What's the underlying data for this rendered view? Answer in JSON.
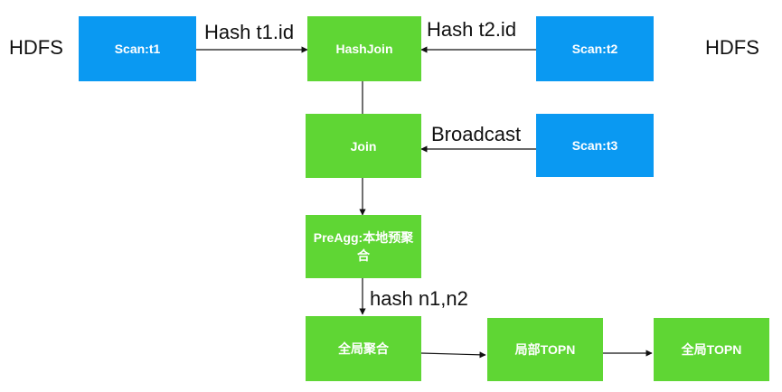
{
  "colors": {
    "scan": "#0a99f2",
    "operator": "#5fd634",
    "edge": "#111111"
  },
  "nodes": {
    "scan_t1": "Scan:t1",
    "hashjoin": "HashJoin",
    "scan_t2": "Scan:t2",
    "join": "Join",
    "scan_t3": "Scan:t3",
    "preagg": "PreAgg:本地预聚合",
    "global_agg": "全局聚合",
    "local_topn": "局部TOPN",
    "global_topn": "全局TOPN"
  },
  "labels": {
    "hdfs_left": "HDFS",
    "hdfs_right": "HDFS",
    "hash_t1": "Hash t1.id",
    "hash_t2": "Hash t2.id",
    "broadcast": "Broadcast",
    "hash_n": "hash n1,n2"
  }
}
